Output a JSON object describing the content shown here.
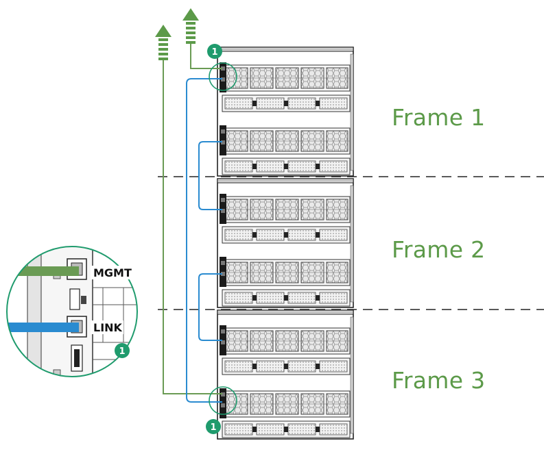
{
  "frames": [
    {
      "label": "Frame 1"
    },
    {
      "label": "Frame 2"
    },
    {
      "label": "Frame 3"
    }
  ],
  "inset": {
    "mgmt_label": "MGMT",
    "link_label": "LINK",
    "callout": "1"
  },
  "callouts": {
    "top": "1",
    "bottom": "1"
  },
  "colors": {
    "mgmt_cable": "#6a9b54",
    "link_cable": "#2a8bd0",
    "callout_fill": "#1f9b6d",
    "label_text": "#5c9a49",
    "arrow": "#5c9a49"
  }
}
